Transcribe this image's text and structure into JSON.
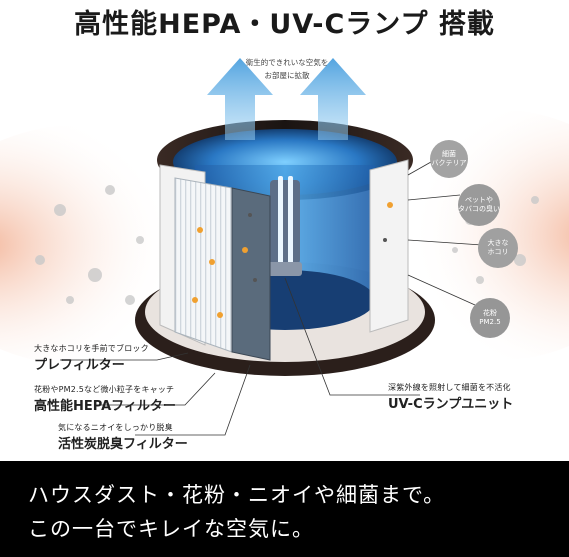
{
  "headline": "高性能HEPA・UV-Cランプ 搭載",
  "top_note": [
    "衛生的できれいな空気を",
    "お部屋に拡散"
  ],
  "bubbles": [
    {
      "lines": [
        "細菌",
        "バクテリア"
      ]
    },
    {
      "lines": [
        "ペットや",
        "タバコの臭い"
      ]
    },
    {
      "lines": [
        "大きな",
        "ホコリ"
      ]
    },
    {
      "lines": [
        "花粉",
        "PM2.5"
      ]
    }
  ],
  "left_labels": [
    {
      "small": "大きなホコリを手前でブロック",
      "big": "プレフィルター"
    },
    {
      "small": "花粉やPM2.5など微小粒子をキャッチ",
      "big": "高性能HEPAフィルター"
    },
    {
      "small": "気になるニオイをしっかり脱臭",
      "big": "活性炭脱臭フィルター"
    }
  ],
  "right_label": {
    "small": "深紫外線を照射して細菌を不活化",
    "big": "UV-Cランプユニット"
  },
  "bottom": [
    "ハウスダスト・花粉・ニオイや細菌まで。",
    "この一台でキレイな空気に。"
  ],
  "colors": {
    "bubble": "#9a9a9a",
    "arrow": "#6fb3e6",
    "glow": "#f3b89b",
    "uv": "#2f7fc8"
  }
}
